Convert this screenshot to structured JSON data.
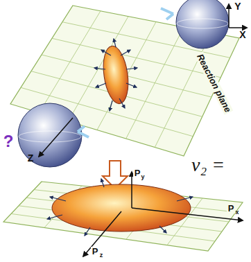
{
  "diagram": {
    "labels": [
      "Y",
      "X",
      "?",
      "Reaction plane",
      "Z",
      "v₂ =",
      "P",
      "y",
      "P",
      "x",
      "P",
      "z"
    ]
  }
}
